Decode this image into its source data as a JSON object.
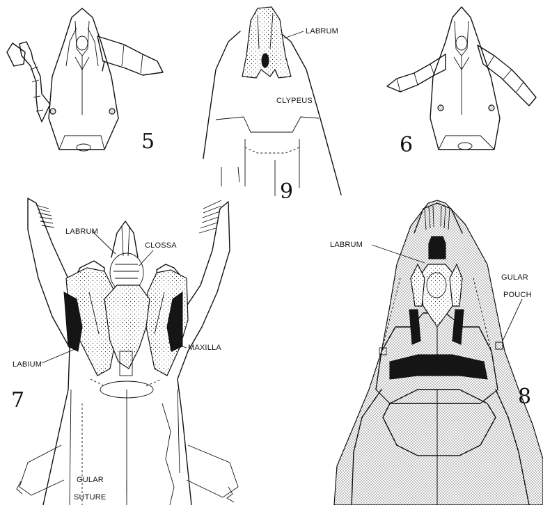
{
  "figures": [
    {
      "number": "5"
    },
    {
      "number": "9",
      "labels": {
        "labrum": "LABRUM",
        "clypeus": "CLYPEUS"
      }
    },
    {
      "number": "6"
    },
    {
      "number": "7",
      "labels": {
        "labrum": "LABRUM",
        "glossa": "CLOSSA",
        "maxilla": "MAXILLA",
        "labium": "LABIUM",
        "gular_line1": "GULAR",
        "gular_line2": "SUTURE"
      }
    },
    {
      "number": "8",
      "labels": {
        "labrum": "LABRUM",
        "gular_line1": "GULAR",
        "gular_line2": "POUCH"
      }
    }
  ]
}
